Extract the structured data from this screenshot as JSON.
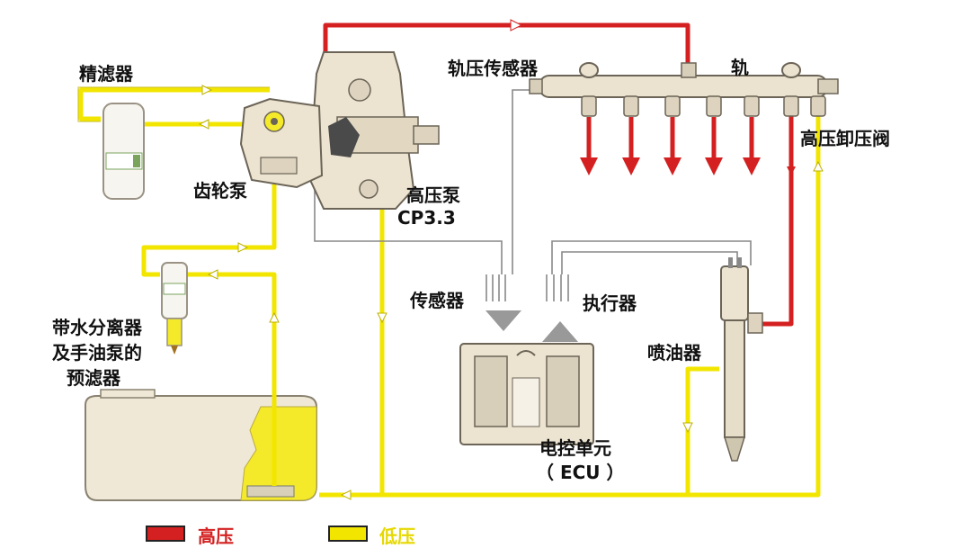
{
  "colors": {
    "high_pressure": "#d42020",
    "low_pressure": "#f2e600",
    "sensor_line": "#888888",
    "component_metal": "#ece3d0",
    "fuel_yellow": "#f4ea2a"
  },
  "labels": {
    "fine_filter": "精滤器",
    "gear_pump": "齿轮泵",
    "hp_pump_line1": "高压泵",
    "hp_pump_line2": "CP3.3",
    "rail_sensor": "轨压传感器",
    "rail": "轨",
    "relief_valve": "高压卸压阀",
    "prefilter_line1": "带水分离器",
    "prefilter_line2": "及手油泵的",
    "prefilter_line3": "预滤器",
    "sensors": "传感器",
    "actuators": "执行器",
    "injector": "喷油器",
    "ecu_line1": "电控单元",
    "ecu_line2": "（ ECU ）"
  },
  "legend": {
    "high": "高压",
    "low": "低压"
  }
}
